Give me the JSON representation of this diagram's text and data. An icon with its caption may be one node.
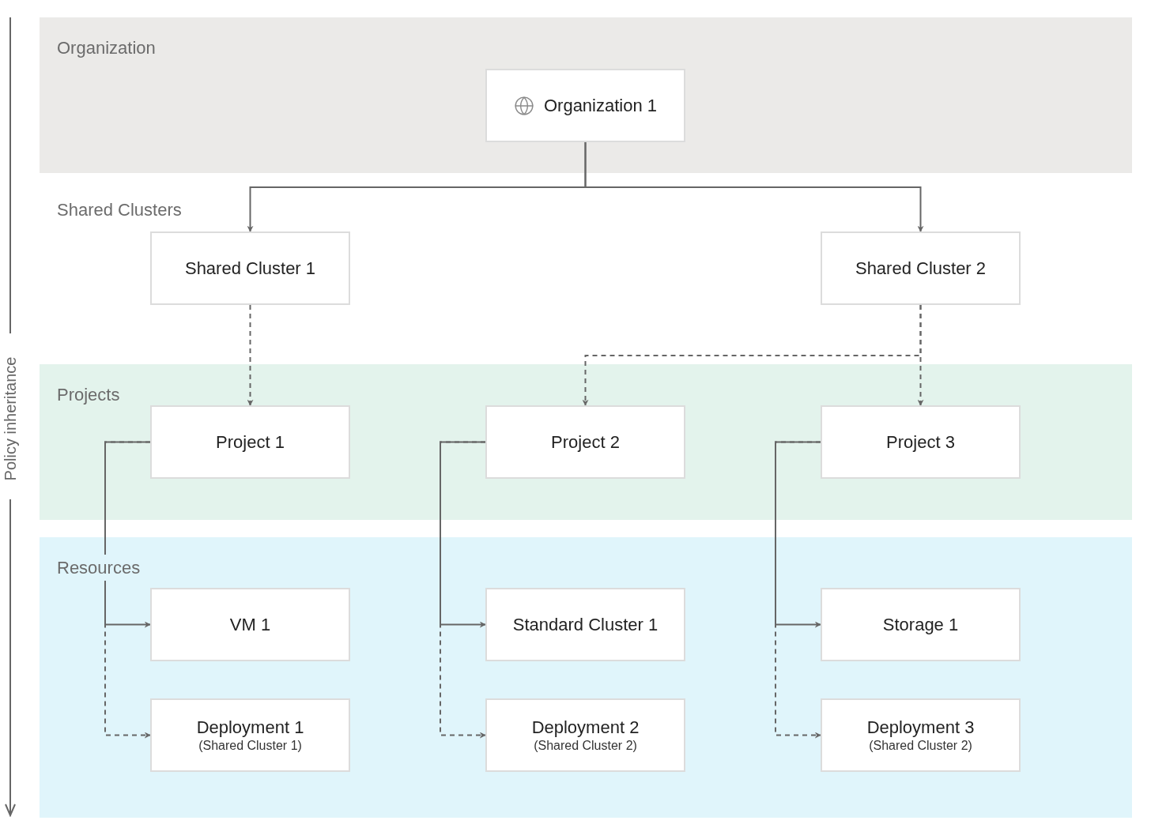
{
  "diagram": {
    "nodes": [
      {
        "text": [
          "Organization"
        ]
      },
      {
        "text": [
          "Organization 1"
        ],
        "in": 0
      },
      {
        "text": [
          "Shared Cluster 1"
        ]
      },
      {
        "text": [
          "Shared Cluster 2"
        ]
      },
      {
        "text": [
          "Projects"
        ]
      },
      {
        "text": [
          "Project 1"
        ],
        "in": 4
      },
      {
        "text": [
          "Project 2"
        ],
        "in": 4
      },
      {
        "text": [
          "Project 3"
        ],
        "in": 4
      },
      {
        "text": [
          "Resources"
        ]
      },
      {
        "text": [
          "VM 1"
        ],
        "in": 8
      },
      {
        "text": [
          "Deployment 1",
          "(Shared Cluster 1)"
        ],
        "in": 8
      },
      {
        "text": [
          "Standard Cluster 1"
        ],
        "in": 8
      },
      {
        "text": [
          "Deployment 2",
          "(Shared Cluster 2)"
        ],
        "in": 8
      },
      {
        "text": [
          "Storage 1"
        ],
        "in": 8
      },
      {
        "text": [
          "Deployment 3",
          "(Shared Cluster 2)"
        ],
        "in": 8
      }
    ],
    "edges": [
      {
        "from": 1,
        "to": 2,
        "arrow": "to"
      },
      {
        "from": 1,
        "to": 3,
        "arrow": "to"
      },
      {
        "from": 2,
        "to": 5,
        "arrow": "to",
        "style": "dashed"
      },
      {
        "from": 3,
        "to": 6,
        "arrow": "to",
        "style": "dashed"
      },
      {
        "from": 3,
        "to": 7,
        "arrow": "to",
        "style": "dashed"
      },
      {
        "from": 5,
        "to": 9,
        "arrow": "to"
      },
      {
        "from": 5,
        "to": 10,
        "arrow": "to",
        "style": "dashed"
      },
      {
        "from": 6,
        "to": 11,
        "arrow": "to"
      },
      {
        "from": 6,
        "to": 12,
        "arrow": "to",
        "style": "dashed"
      },
      {
        "from": 7,
        "to": 13,
        "arrow": "to"
      },
      {
        "from": 7,
        "to": 14,
        "arrow": "to",
        "style": "dashed"
      }
    ],
    "labels": [
      "Shared Clusters",
      "Policy inheritance"
    ]
  }
}
